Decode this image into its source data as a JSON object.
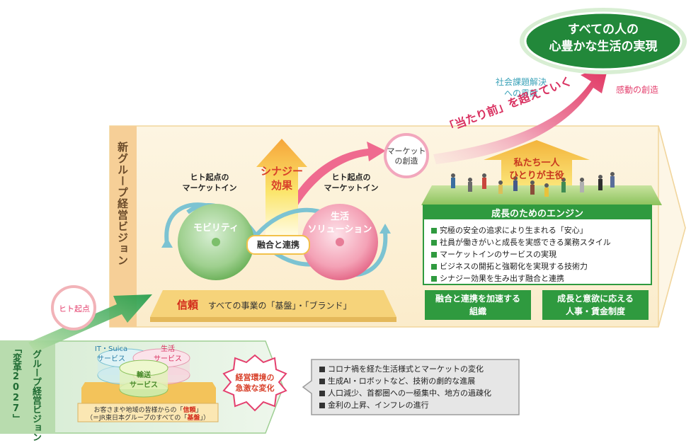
{
  "goal": {
    "line1": "すべての人の",
    "line2": "心豊かな生活の実現",
    "left_caption_1": "社会課題解決",
    "left_caption_2": "への貢献",
    "right_caption": "感動の創造"
  },
  "breakthrough": "「当たり前」を超えていく",
  "vision_title": "新グループ経営ビジョン",
  "market_creation": {
    "line1": "マーケット",
    "line2": "の創造"
  },
  "synergy": {
    "line1": "シナジー",
    "line2": "効果"
  },
  "people_start_left": {
    "line1": "ヒト起点の",
    "line2": "マーケットイン"
  },
  "people_start_right": {
    "line1": "ヒト起点の",
    "line2": "マーケットイン"
  },
  "mobility": "モビリティ",
  "life_solution": {
    "line1": "生活",
    "line2": "ソリューション"
  },
  "fusion": "融合と連携",
  "trust": {
    "label": "信頼",
    "desc": "すべての事業の「基盤」・「ブランド」"
  },
  "protagonist": {
    "line1": "私たち一人",
    "line2": "ひとりが主役"
  },
  "engine": {
    "title": "成長のためのエンジン",
    "items": [
      "究極の安全の追求により生まれる「安心」",
      "社員が働きがいと成長を実感できる業務スタイル",
      "マーケットインのサービスの実現",
      "ビジネスの開拓と強靭化を実現する技術力",
      "シナジー効果を生み出す融合と連携"
    ],
    "box1": {
      "line1": "融合と連携を加速する",
      "line2": "組織"
    },
    "box2": {
      "line1": "成長と意欲に応える",
      "line2": "人事・賃金制度"
    }
  },
  "people_origin": "ヒト起点",
  "old_vision": {
    "title": "グループ経営ビジョン",
    "sub": "「変革2027」"
  },
  "services": {
    "left": {
      "line1": "IT・Suica",
      "line2": "サービス"
    },
    "right": {
      "line1": "生活",
      "line2": "サービス"
    },
    "center": {
      "line1": "輸送",
      "line2": "サービス"
    }
  },
  "foundation": {
    "line1_pre": "お客さまや地域の皆様からの「",
    "line1_hl": "信頼",
    "line1_post": "」",
    "line2_pre": "（＝JR東日本グループのすべての「",
    "line2_hl": "基盤",
    "line2_post": "」）"
  },
  "env_change": {
    "line1": "経営環境の",
    "line2": "急激な変化"
  },
  "changes": [
    "コロナ禍を経た生活様式とマーケットの変化",
    "生成AI・ロボットなど、技術の劇的な進展",
    "人口減少、首都圏への一極集中、地方の過疎化",
    "金利の上昇、インフレの進行"
  ],
  "colors": {
    "green_dark": "#1f8a3c",
    "green_engine": "#2f9a3f",
    "pink": "#e4406e",
    "beige": "#fbf1d6",
    "title_orange": "#f6d8a8",
    "teal": "#3aa2b8",
    "trust_red": "#d22a1a"
  }
}
